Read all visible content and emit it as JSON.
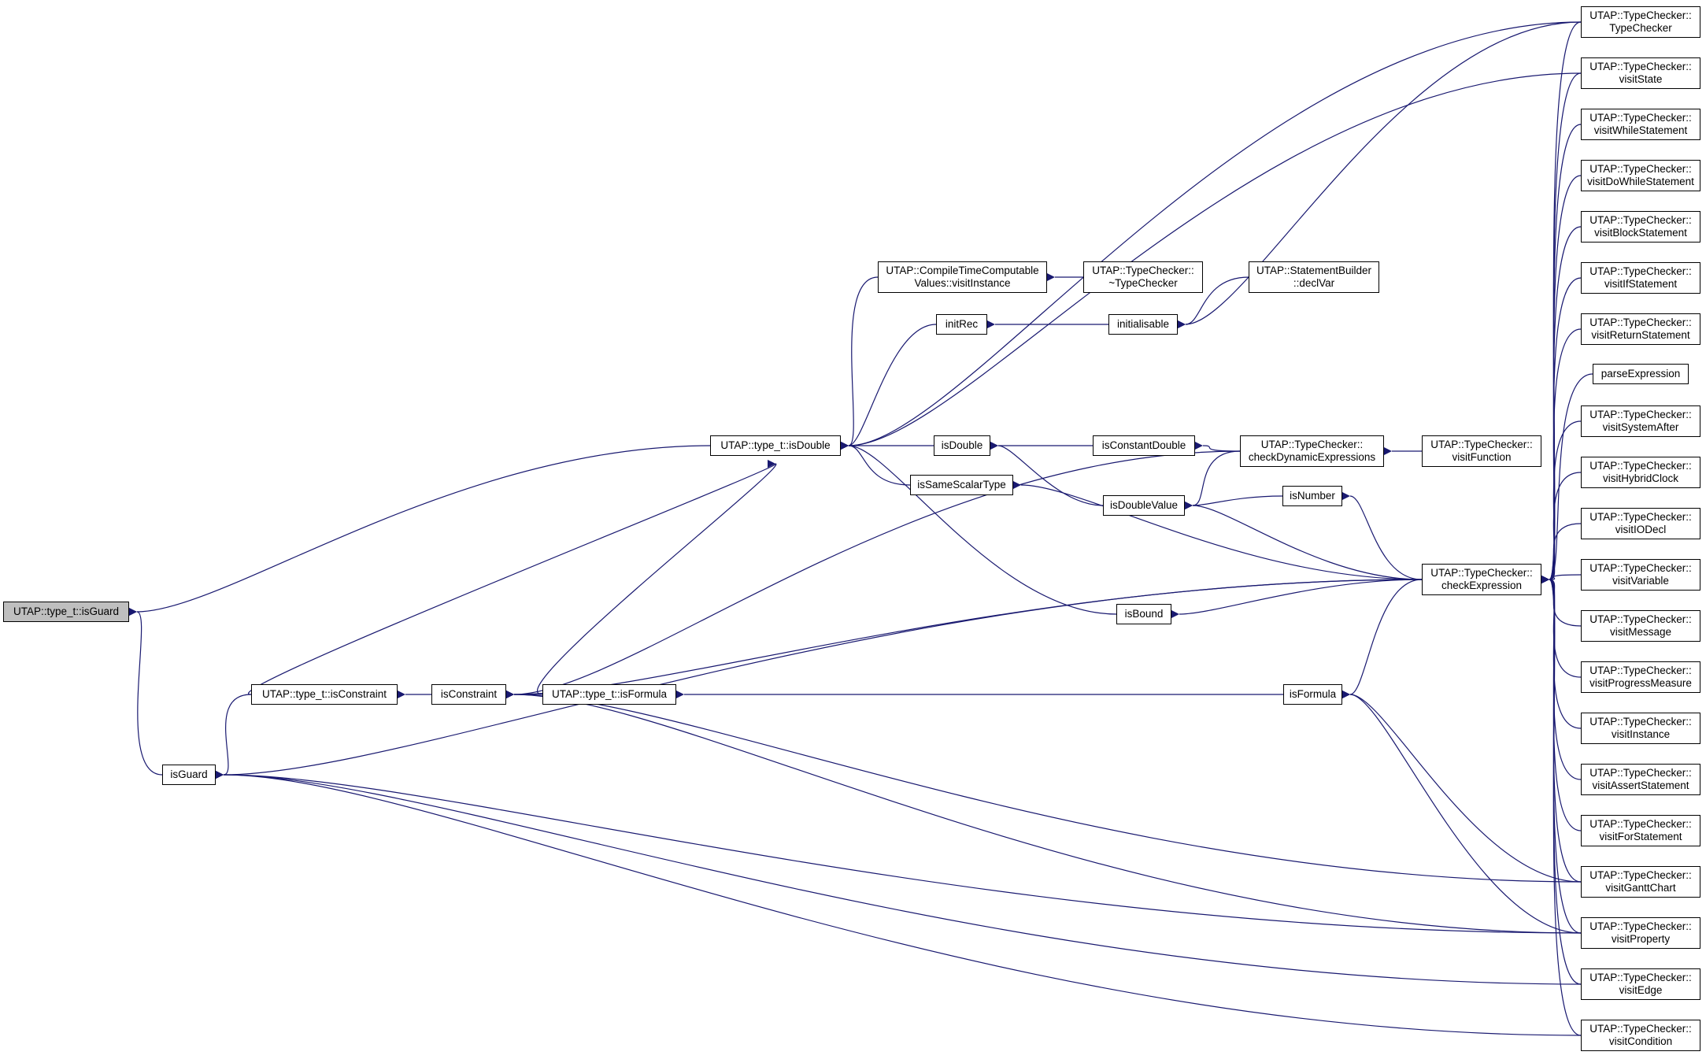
{
  "graph": {
    "edge_color": "#191970",
    "root_fill": "#bfbfbf",
    "nodes": {
      "isGuardType": {
        "lines": [
          "UTAP::type_t::isGuard"
        ]
      },
      "isGuard": {
        "lines": [
          "isGuard"
        ]
      },
      "isConstraintType": {
        "lines": [
          "UTAP::type_t::isConstraint"
        ]
      },
      "isConstraint": {
        "lines": [
          "isConstraint"
        ]
      },
      "isFormulaType": {
        "lines": [
          "UTAP::type_t::isFormula"
        ]
      },
      "isDoubleType": {
        "lines": [
          "UTAP::type_t::isDouble"
        ]
      },
      "ctcVisitInstance": {
        "lines": [
          "UTAP::CompileTimeComputable",
          "Values::visitInstance"
        ]
      },
      "tcDestructor": {
        "lines": [
          "UTAP::TypeChecker::",
          "~TypeChecker"
        ]
      },
      "initRec": {
        "lines": [
          "initRec"
        ]
      },
      "initialisable": {
        "lines": [
          "initialisable"
        ]
      },
      "sbDeclVar": {
        "lines": [
          "UTAP::StatementBuilder",
          "::declVar"
        ]
      },
      "isDouble": {
        "lines": [
          "isDouble"
        ]
      },
      "isConstantDouble": {
        "lines": [
          "isConstantDouble"
        ]
      },
      "checkDynamic": {
        "lines": [
          "UTAP::TypeChecker::",
          "checkDynamicExpressions"
        ]
      },
      "visitFunction": {
        "lines": [
          "UTAP::TypeChecker::",
          "visitFunction"
        ]
      },
      "isSameScalarType": {
        "lines": [
          "isSameScalarType"
        ]
      },
      "isDoubleValue": {
        "lines": [
          "isDoubleValue"
        ]
      },
      "isNumber": {
        "lines": [
          "isNumber"
        ]
      },
      "checkExpression": {
        "lines": [
          "UTAP::TypeChecker::",
          "checkExpression"
        ]
      },
      "isBound": {
        "lines": [
          "isBound"
        ]
      },
      "isFormula": {
        "lines": [
          "isFormula"
        ]
      },
      "tcTypeChecker": {
        "lines": [
          "UTAP::TypeChecker::",
          "TypeChecker"
        ]
      },
      "visitState": {
        "lines": [
          "UTAP::TypeChecker::",
          "visitState"
        ]
      },
      "visitWhile": {
        "lines": [
          "UTAP::TypeChecker::",
          "visitWhileStatement"
        ]
      },
      "visitDoWhile": {
        "lines": [
          "UTAP::TypeChecker::",
          "visitDoWhileStatement"
        ]
      },
      "visitBlock": {
        "lines": [
          "UTAP::TypeChecker::",
          "visitBlockStatement"
        ]
      },
      "visitIf": {
        "lines": [
          "UTAP::TypeChecker::",
          "visitIfStatement"
        ]
      },
      "visitReturn": {
        "lines": [
          "UTAP::TypeChecker::",
          "visitReturnStatement"
        ]
      },
      "parseExpression": {
        "lines": [
          "parseExpression"
        ]
      },
      "visitSystemAfter": {
        "lines": [
          "UTAP::TypeChecker::",
          "visitSystemAfter"
        ]
      },
      "visitHybridClock": {
        "lines": [
          "UTAP::TypeChecker::",
          "visitHybridClock"
        ]
      },
      "visitIODecl": {
        "lines": [
          "UTAP::TypeChecker::",
          "visitIODecl"
        ]
      },
      "visitVariable": {
        "lines": [
          "UTAP::TypeChecker::",
          "visitVariable"
        ]
      },
      "visitMessage": {
        "lines": [
          "UTAP::TypeChecker::",
          "visitMessage"
        ]
      },
      "visitProgress": {
        "lines": [
          "UTAP::TypeChecker::",
          "visitProgressMeasure"
        ]
      },
      "visitInstance": {
        "lines": [
          "UTAP::TypeChecker::",
          "visitInstance"
        ]
      },
      "visitAssert": {
        "lines": [
          "UTAP::TypeChecker::",
          "visitAssertStatement"
        ]
      },
      "visitFor": {
        "lines": [
          "UTAP::TypeChecker::",
          "visitForStatement"
        ]
      },
      "visitGantt": {
        "lines": [
          "UTAP::TypeChecker::",
          "visitGanttChart"
        ]
      },
      "visitProperty": {
        "lines": [
          "UTAP::TypeChecker::",
          "visitProperty"
        ]
      },
      "visitEdge": {
        "lines": [
          "UTAP::TypeChecker::",
          "visitEdge"
        ]
      },
      "visitCondition": {
        "lines": [
          "UTAP::TypeChecker::",
          "visitCondition"
        ]
      }
    },
    "edges": [
      [
        "isGuard",
        "isGuardType"
      ],
      [
        "isDoubleType",
        "isGuardType"
      ],
      [
        "isConstraintType",
        "isGuard"
      ],
      [
        "checkExpression",
        "isGuard"
      ],
      [
        "visitProperty",
        "isGuard"
      ],
      [
        "visitEdge",
        "isGuard"
      ],
      [
        "visitCondition",
        "isGuard"
      ],
      [
        "isConstraint",
        "isConstraintType"
      ],
      [
        "isConstraintType",
        "isDoubleType"
      ],
      [
        "isFormulaType",
        "isConstraint"
      ],
      [
        "checkDynamic",
        "isConstraint"
      ],
      [
        "checkExpression",
        "isConstraint"
      ],
      [
        "visitGantt",
        "isConstraint"
      ],
      [
        "visitProperty",
        "isConstraint"
      ],
      [
        "isFormula",
        "isFormulaType"
      ],
      [
        "isFormulaType",
        "isDoubleType"
      ],
      [
        "ctcVisitInstance",
        "isDoubleType"
      ],
      [
        "initRec",
        "isDoubleType"
      ],
      [
        "isDouble",
        "isDoubleType"
      ],
      [
        "isSameScalarType",
        "isDoubleType"
      ],
      [
        "isBound",
        "isDoubleType"
      ],
      [
        "tcTypeChecker",
        "isDoubleType"
      ],
      [
        "visitState",
        "isDoubleType"
      ],
      [
        "tcDestructor",
        "ctcVisitInstance"
      ],
      [
        "initialisable",
        "initRec"
      ],
      [
        "sbDeclVar",
        "initialisable"
      ],
      [
        "tcTypeChecker",
        "initialisable"
      ],
      [
        "isConstantDouble",
        "isDouble"
      ],
      [
        "isDoubleValue",
        "isDouble"
      ],
      [
        "checkDynamic",
        "isConstantDouble"
      ],
      [
        "visitFunction",
        "checkDynamic"
      ],
      [
        "checkExpression",
        "isSameScalarType"
      ],
      [
        "checkDynamic",
        "isDoubleValue"
      ],
      [
        "isNumber",
        "isDoubleValue"
      ],
      [
        "checkExpression",
        "isDoubleValue"
      ],
      [
        "checkExpression",
        "isNumber"
      ],
      [
        "checkExpression",
        "isBound"
      ],
      [
        "checkExpression",
        "isFormula"
      ],
      [
        "visitGantt",
        "isFormula"
      ],
      [
        "visitProperty",
        "isFormula"
      ],
      [
        "tcTypeChecker",
        "checkExpression"
      ],
      [
        "visitState",
        "checkExpression"
      ],
      [
        "visitWhile",
        "checkExpression"
      ],
      [
        "visitDoWhile",
        "checkExpression"
      ],
      [
        "visitBlock",
        "checkExpression"
      ],
      [
        "visitIf",
        "checkExpression"
      ],
      [
        "visitReturn",
        "checkExpression"
      ],
      [
        "parseExpression",
        "checkExpression"
      ],
      [
        "visitSystemAfter",
        "checkExpression"
      ],
      [
        "visitHybridClock",
        "checkExpression"
      ],
      [
        "visitIODecl",
        "checkExpression"
      ],
      [
        "visitVariable",
        "checkExpression"
      ],
      [
        "visitMessage",
        "checkExpression"
      ],
      [
        "visitProgress",
        "checkExpression"
      ],
      [
        "visitInstance",
        "checkExpression"
      ],
      [
        "visitAssert",
        "checkExpression"
      ],
      [
        "visitFor",
        "checkExpression"
      ],
      [
        "visitGantt",
        "checkExpression"
      ],
      [
        "visitProperty",
        "checkExpression"
      ],
      [
        "visitEdge",
        "checkExpression"
      ],
      [
        "visitCondition",
        "checkExpression"
      ]
    ]
  }
}
